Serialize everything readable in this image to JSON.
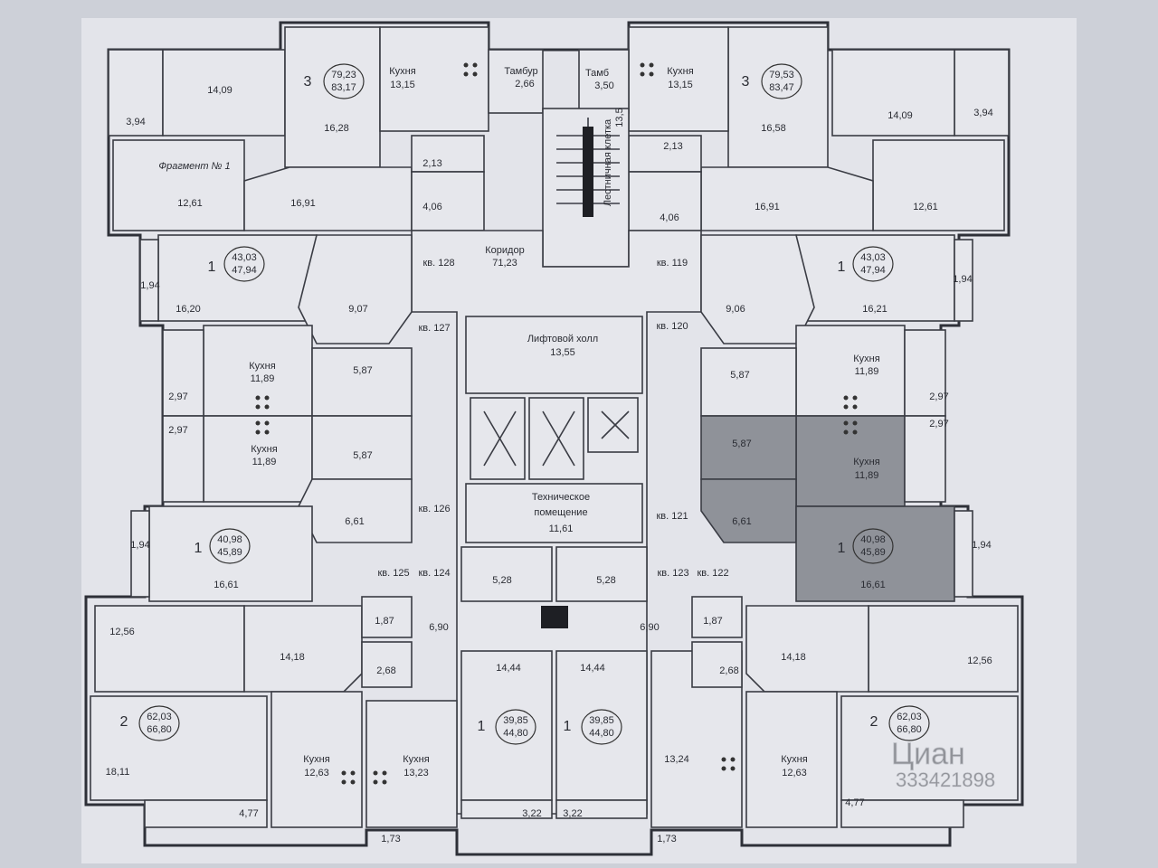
{
  "labels": {
    "kitchen": "Кухня",
    "tambur": "Тамбур",
    "koridor": "Коридор",
    "lift_hall": "Лифтовой холл",
    "tech_room_1": "Техническое",
    "tech_room_2": "помещение",
    "fragment": "Фрагмент № 1",
    "stair": "Лестничная клетка",
    "tambur_right": "Тамб"
  },
  "common": {
    "tambur_area": "2,66",
    "tambur_right_area": "3,50",
    "stair_area": "13,5",
    "koridor_area": "71,23",
    "lift_hall_area": "13,55",
    "tech_area": "11,61"
  },
  "apartments": {
    "kv128": "кв. 128",
    "kv127": "кв. 127",
    "kv126": "кв. 126",
    "kv125": "кв. 125",
    "kv124": "кв. 124",
    "kv123": "кв. 123",
    "kv122": "кв. 122",
    "kv121": "кв. 121",
    "kv120": "кв. 120",
    "kv119": "кв. 119"
  },
  "apt_badges": [
    {
      "rooms": "3",
      "living": "79,23",
      "total": "83,17"
    },
    {
      "rooms": "3",
      "living": "79,53",
      "total": "83,47"
    },
    {
      "rooms": "1",
      "living": "43,03",
      "total": "47,94"
    },
    {
      "rooms": "1",
      "living": "43,03",
      "total": "47,94"
    },
    {
      "rooms": "1",
      "living": "40,98",
      "total": "45,89"
    },
    {
      "rooms": "1",
      "living": "40,98",
      "total": "45,89"
    },
    {
      "rooms": "2",
      "living": "62,03",
      "total": "66,80"
    },
    {
      "rooms": "2",
      "living": "62,03",
      "total": "66,80"
    },
    {
      "rooms": "1",
      "living": "39,85",
      "total": "44,80"
    },
    {
      "rooms": "1",
      "living": "39,85",
      "total": "44,80"
    }
  ],
  "areas": {
    "l_balc_top": "3,94",
    "l_room_top": "14,09",
    "l_room3": "16,28",
    "l_kitchen_top": "13,15",
    "l_frag_room": "12,61",
    "l_hall_3": "16,91",
    "l_wc": "2,13",
    "l_bath": "4,06",
    "l_room_1a": "16,20",
    "l_balc_1a": "1,94",
    "l_hall_1a": "9,07",
    "l_kitchen_2": "11,89",
    "l_bath_2": "5,87",
    "l_balc_2": "2,97",
    "l_kitchen_3": "11,89",
    "l_bath_3": "5,87",
    "l_balc_3": "2,97",
    "l_hall_1b": "6,61",
    "l_room_1b": "16,61",
    "l_balc_1b": "1,94",
    "l_room_2a": "12,56",
    "l_hall_2": "14,18",
    "l_wc_2": "1,87",
    "l_corr_2": "6,90",
    "l_bath_2b": "2,68",
    "l_room_2b": "18,11",
    "l_balc_2b": "4,77",
    "l_kitchen_4": "12,63",
    "c_kitchen_l": "13,23",
    "c_room_l": "14,44",
    "c_room_r": "14,44",
    "c_wc_l": "5,28",
    "c_wc_r": "5,28",
    "c_balc_l": "3,22",
    "c_balc_r": "3,22",
    "c_balc_b1": "1,73",
    "c_balc_b2": "1,73",
    "r_balc_top": "3,94",
    "r_room_top": "14,09",
    "r_room3": "16,58",
    "r_kitchen_top": "13,15",
    "r_frag_room": "12,61",
    "r_hall_3": "16,91",
    "r_wc": "2,13",
    "r_bath": "4,06",
    "r_room_1a": "16,21",
    "r_balc_1a": "1,94",
    "r_hall_1a": "9,06",
    "r_kitchen_2": "11,89",
    "r_bath_2": "5,87",
    "r_balc_2": "2,97",
    "r_kitchen_3": "11,89",
    "r_bath_3": "5,87",
    "r_balc_3": "2,97",
    "r_hall_1b": "6,61",
    "r_room_1b": "16,61",
    "r_balc_1b": "1,94",
    "r_room_2a": "12,56",
    "r_hall_2": "14,18",
    "r_wc_2": "1,87",
    "r_corr_2": "6,90",
    "r_bath_2b": "2,68",
    "r_room_2b": "13,24",
    "r_balc_2b": "4,77",
    "r_kitchen_4": "12,63"
  },
  "watermark": {
    "brand": "Циан",
    "code": "333421898"
  },
  "colors": {
    "paper": "#e6e7ec",
    "highlight": "#8f9299",
    "wall": "#2e3038"
  }
}
